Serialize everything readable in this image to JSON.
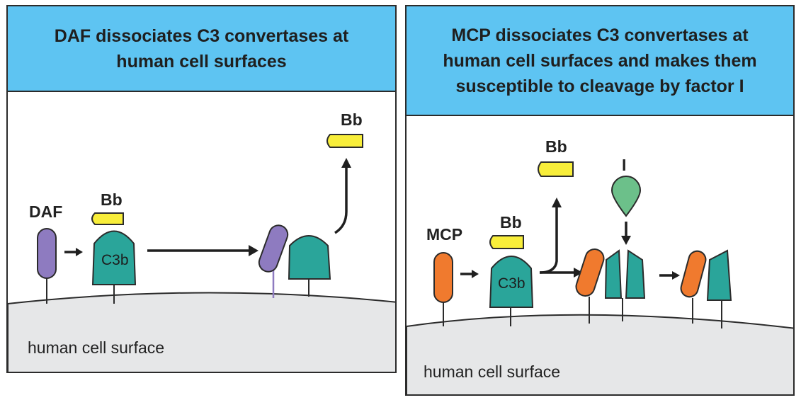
{
  "left_panel": {
    "title": "DAF dissociates C3 convertases at\nhuman cell surfaces",
    "daf_label": "DAF",
    "bb_label_1": "Bb",
    "c3b_label": "C3b",
    "bb_label_2": "Bb",
    "surface_label": "human cell surface"
  },
  "right_panel": {
    "title": "MCP dissociates C3 convertases at\nhuman cell surfaces and makes them\nsusceptible to cleavage by factor I",
    "mcp_label": "MCP",
    "bb_label_1": "Bb",
    "c3b_label": "C3b",
    "bb_label_2": "Bb",
    "factor_i_label": "I",
    "surface_label": "human cell surface"
  },
  "colors": {
    "header": "#5ec4f2",
    "daf": "#8e7bc0",
    "mcp": "#f07a2e",
    "c3b": "#2aa59a",
    "bb": "#f8ee3a",
    "factor_i": "#6cc08a",
    "surface": "#e6e7e8"
  }
}
